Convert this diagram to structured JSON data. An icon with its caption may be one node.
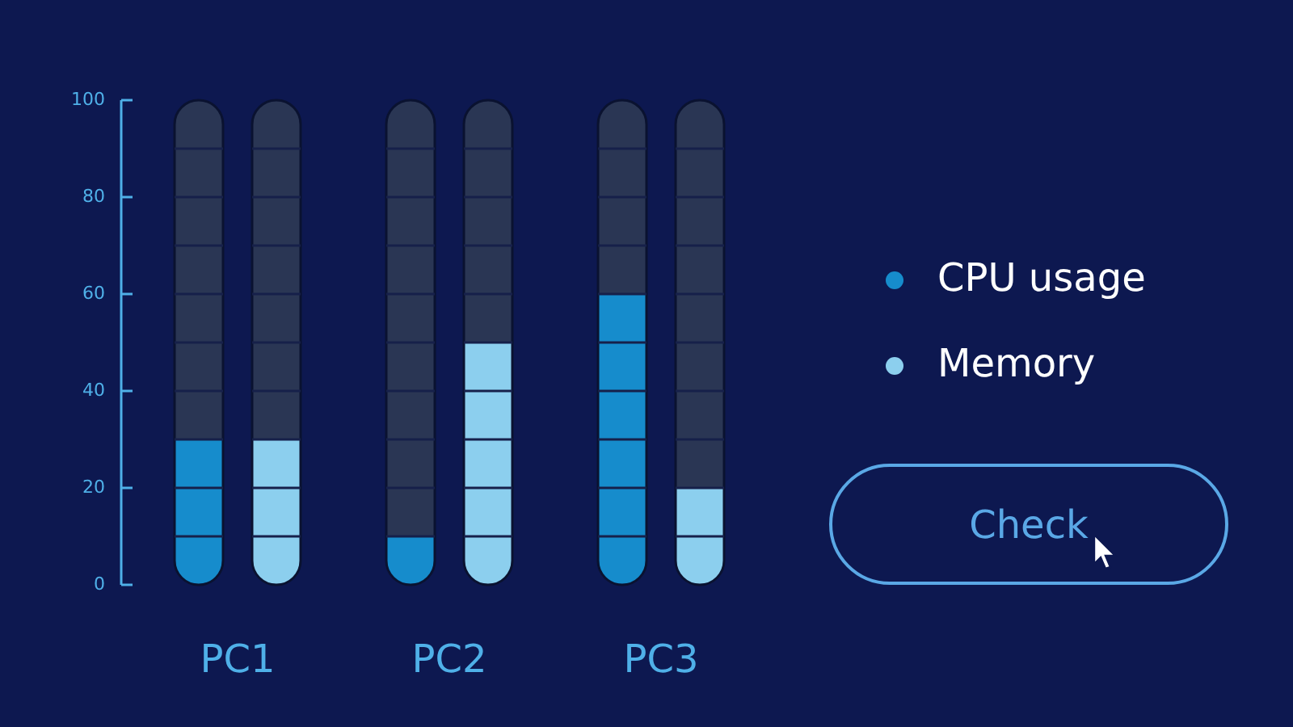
{
  "diagram": {
    "labels": [
      "Check"
    ],
    "legend": [
      {
        "text": "CPU usage",
        "color": "#168ccc"
      },
      {
        "text": "Memory",
        "color": "#8ccfee"
      }
    ],
    "chart_data": {
      "type": "bar",
      "orientation": "vertical",
      "categories": [
        "PC1",
        "PC2",
        "PC3"
      ],
      "series": [
        {
          "color": "#168ccc",
          "values": [
            30,
            10,
            60
          ]
        },
        {
          "color": "#8ccfee",
          "values": [
            30,
            50,
            20
          ]
        }
      ],
      "ylim": [
        0,
        100
      ],
      "yticks": [
        0,
        20,
        40,
        60,
        80,
        100
      ]
    }
  }
}
